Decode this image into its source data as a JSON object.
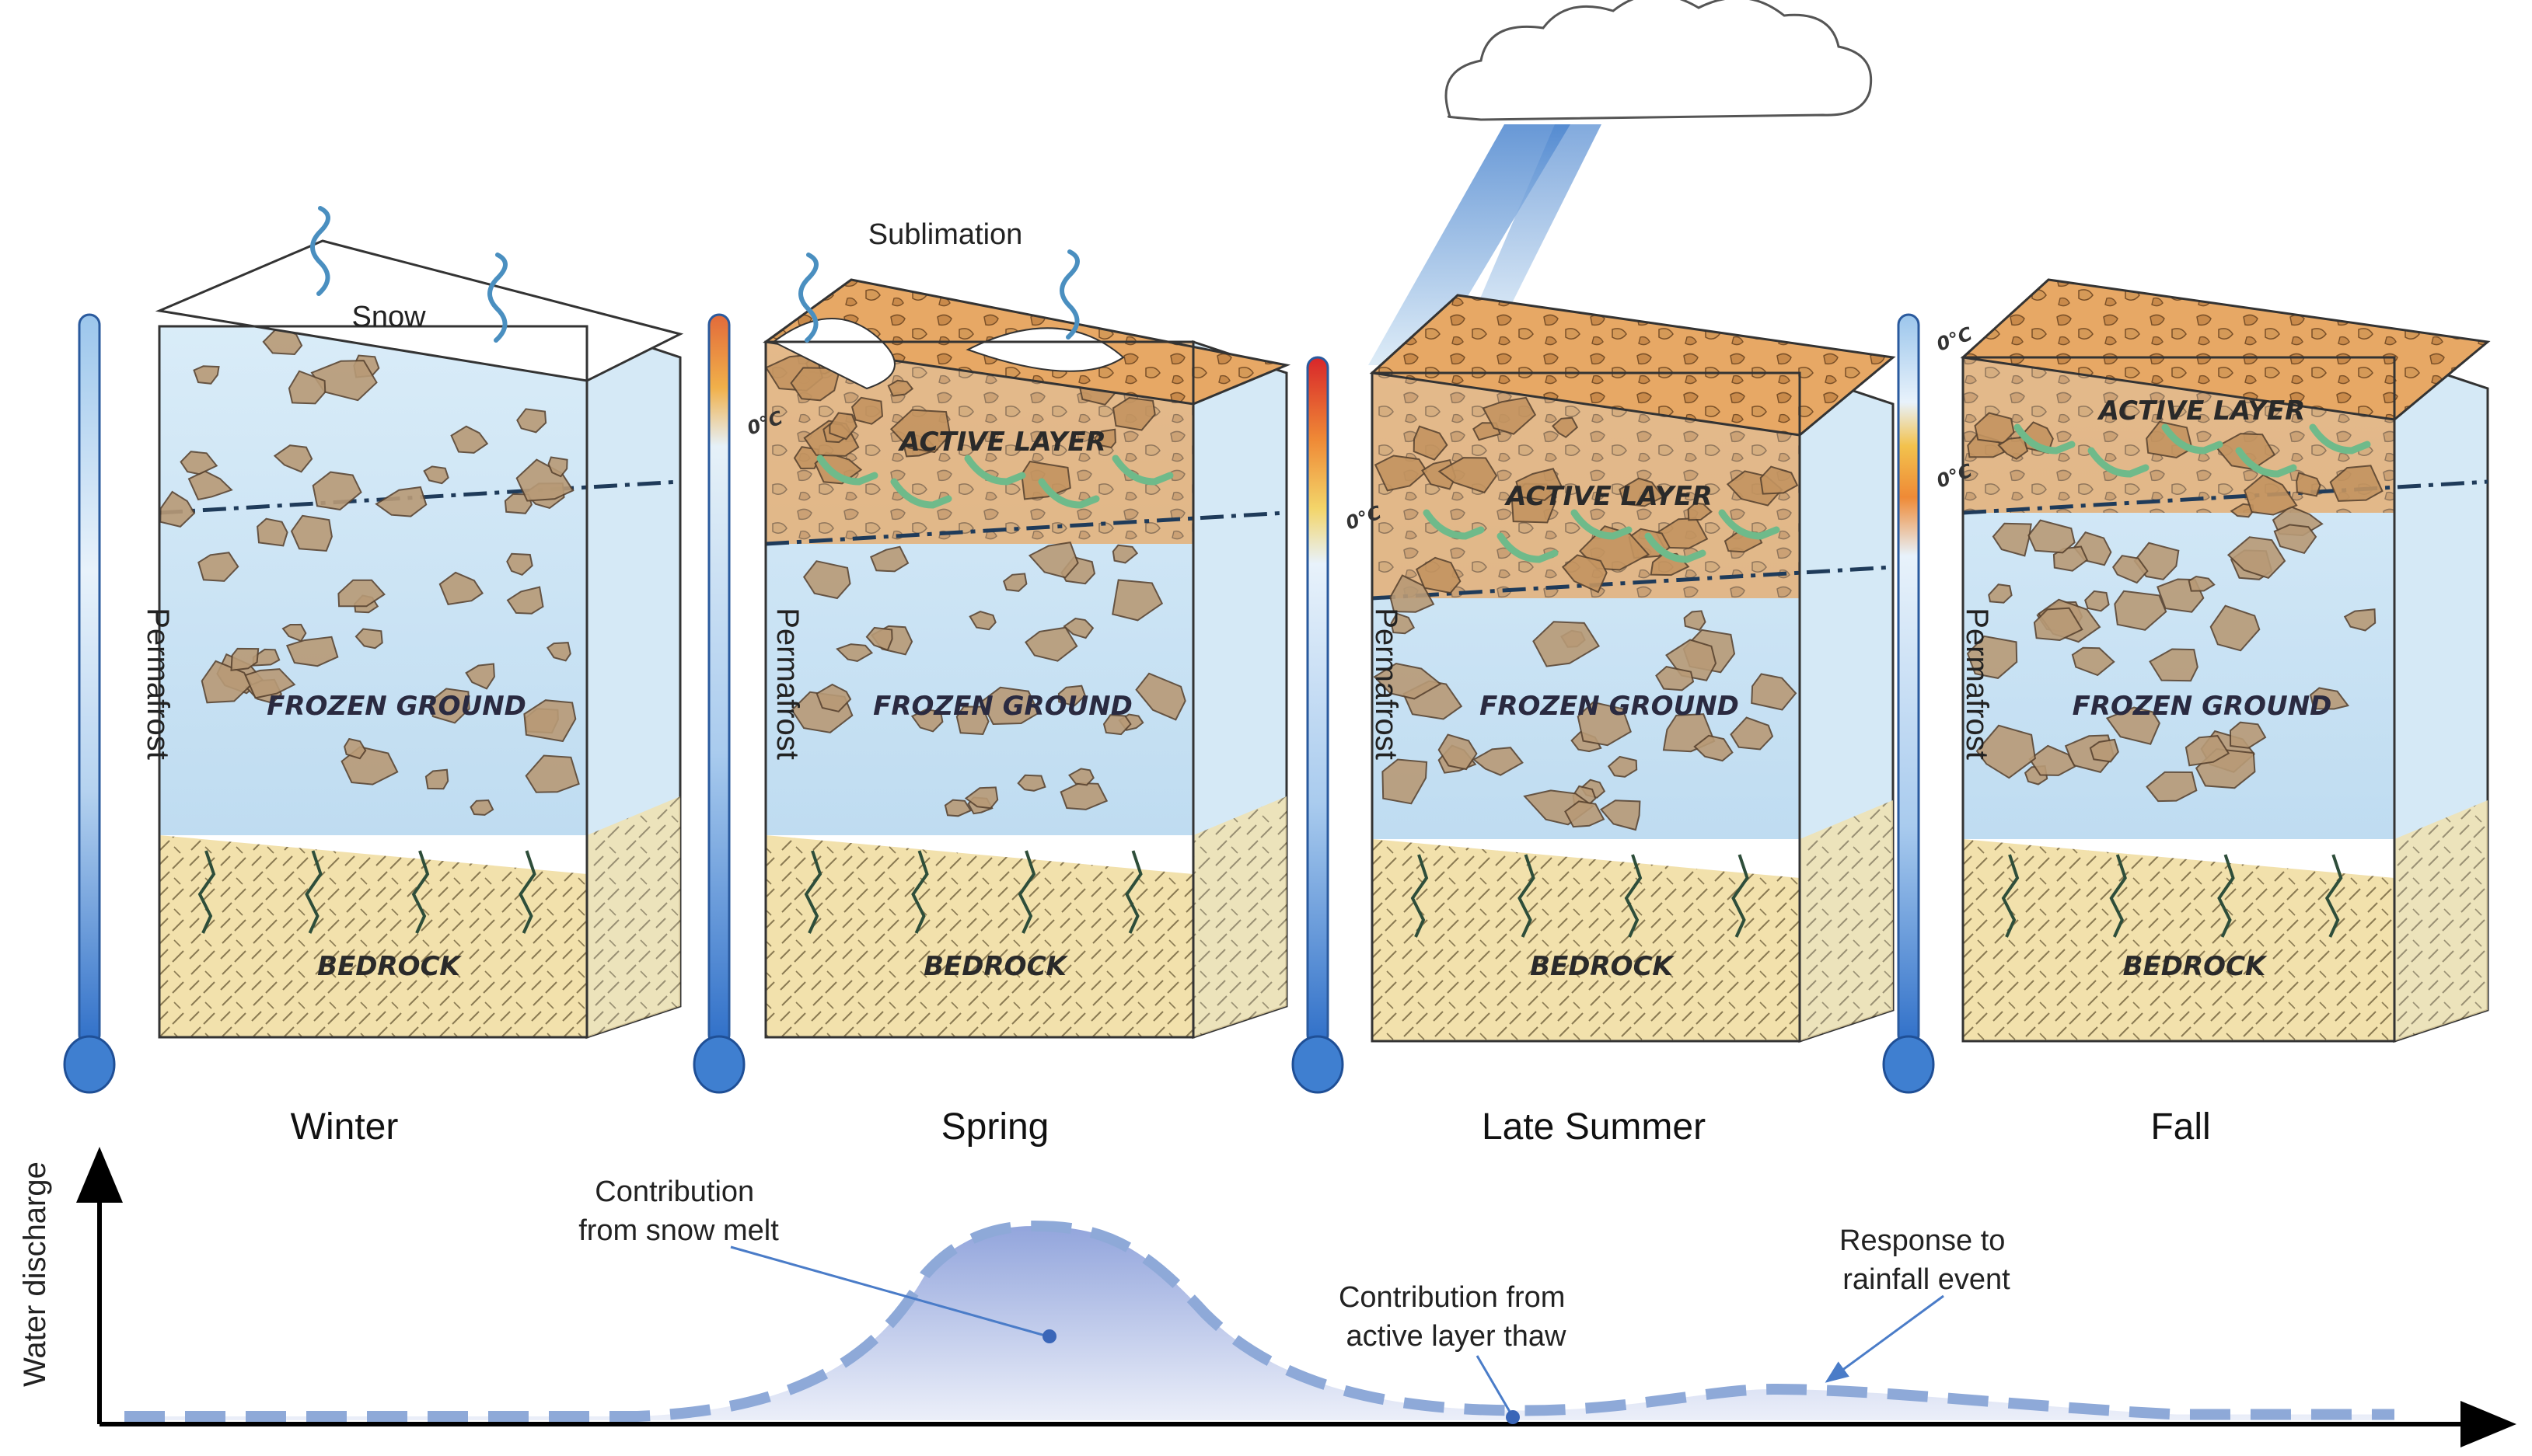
{
  "seasons": [
    {
      "name": "Winter",
      "thermometer": "Permafrost",
      "layers": {
        "frozen": "FROZEN GROUND",
        "bedrock": "BEDROCK"
      },
      "top": "Snow"
    },
    {
      "name": "Spring",
      "thermometer": "Permafrost",
      "layers": {
        "active": "ACTIVE LAYER",
        "frozen": "FROZEN GROUND",
        "bedrock": "BEDROCK"
      },
      "top": "Sublimation",
      "zero_mark": "0°C"
    },
    {
      "name": "Late Summer",
      "thermometer": "Permafrost",
      "layers": {
        "active": "ACTIVE LAYER",
        "frozen": "FROZEN GROUND",
        "bedrock": "BEDROCK"
      },
      "zero_mark": "0°C"
    },
    {
      "name": "Fall",
      "thermometer": "Permafrost",
      "layers": {
        "active": "ACTIVE LAYER",
        "frozen": "FROZEN GROUND",
        "bedrock": "BEDROCK"
      },
      "zero_marks": [
        "0°C",
        "0°C"
      ]
    }
  ],
  "hydrograph": {
    "y_label": "Water discharge",
    "annotations": {
      "snow_melt": [
        "Contribution",
        "from snow melt"
      ],
      "active_thaw": [
        "Contribution  from",
        "active layer thaw"
      ],
      "rainfall": [
        "Response  to",
        "rainfall event"
      ]
    },
    "relative_discharge": [
      {
        "season": "Winter",
        "value": 0.02
      },
      {
        "season": "Spring",
        "value": 1.0
      },
      {
        "season": "Late Summer",
        "value": 0.05
      },
      {
        "season": "Late Summer/Fall",
        "value": 0.16
      },
      {
        "season": "Fall",
        "value": 0.03
      }
    ]
  },
  "colors": {
    "ice": "#cfe6f4",
    "rock": "#b89a76",
    "soil": "#e4a56a",
    "bedrock": "#f1dfa8",
    "thermo_blue": "#3f7fd0",
    "curve": "#8ea9d8",
    "fill": "#8fa2d9",
    "flow_arrow": "#6fba8a"
  }
}
